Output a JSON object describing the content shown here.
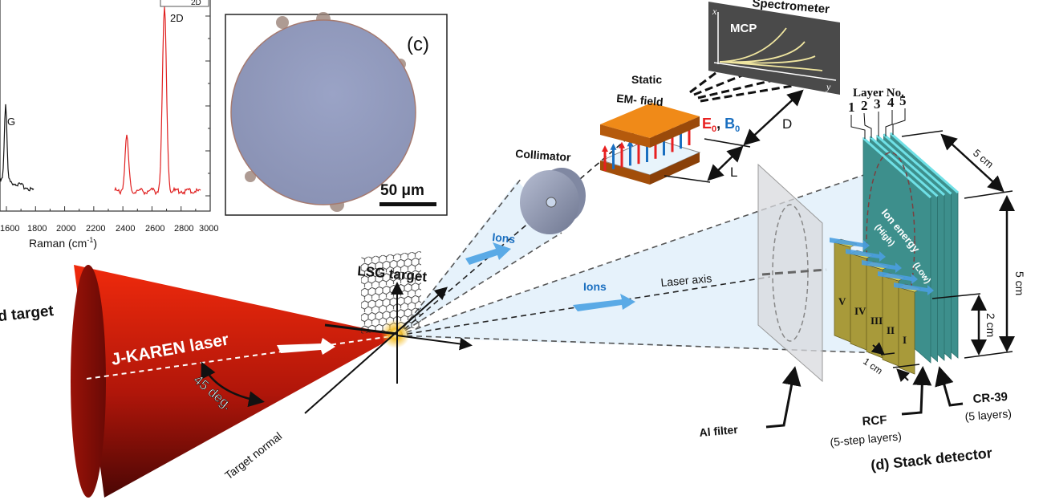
{
  "raman_panel": {
    "xlabel": "Raman (cm",
    "xlabel_sup": "-1",
    "xlabel_close": ")",
    "x_tick_labels": [
      "1600",
      "1800",
      "2000",
      "2200",
      "2400",
      "2600",
      "2800",
      "3000"
    ],
    "legend_partial": "2D",
    "peak_labels": {
      "g": "G",
      "twod": "2D"
    },
    "colors": {
      "g_band": "#111111",
      "twod_band": "#e02020"
    }
  },
  "micrograph_panel": {
    "label": "(c)",
    "scale_bar": "50 μm",
    "colors": {
      "disk": "#8f98b8"
    }
  },
  "spectrometer": {
    "title": "Spectrometer",
    "detector": "MCP",
    "axis_x": "x",
    "axis_y": "y",
    "field_label_line1": "Static",
    "field_label_line2": "EM- field",
    "e_label": "E",
    "e_sub": "0",
    "b_label": "B",
    "b_sub": "0",
    "dim_d": "D",
    "dim_l": "L",
    "colors": {
      "e_field": "#e82020",
      "b_field": "#1a6fc0",
      "magnet": "#e07a12"
    }
  },
  "collimator": {
    "label": "Collimator"
  },
  "beam": {
    "ions_upper": "Ions",
    "ions_lower": "Ions",
    "laser_axis": "Laser axis",
    "colors": {
      "ions_arrow": "#4a9ee0",
      "beam_fill": "#e6f2fb"
    }
  },
  "target": {
    "lsg_label": "LSG target",
    "left_cut_label": "d target",
    "laser_label": "J-KAREN laser",
    "angle_label": "45 deg.",
    "normal_label": "Target normal",
    "colors": {
      "laser_cone": "#cc1a0a"
    }
  },
  "filter": {
    "label": "Al filter"
  },
  "stack_detector": {
    "layer_header": "Layer No.",
    "layer_numbers": [
      "1",
      "2",
      "3",
      "4",
      "5"
    ],
    "dim_depth": "5 cm",
    "dim_height": "5 cm",
    "dim_rcf": "2 cm",
    "dim_step": "1 cm",
    "ion_energy": "Ion energy",
    "high": "(High)",
    "low": "(Low)",
    "rcf_steps": [
      "V",
      "IV",
      "III",
      "II",
      "I"
    ],
    "rcf_label": "RCF",
    "rcf_sub": "(5-step layers)",
    "cr39_label": "CR-39",
    "cr39_sub": "(5 layers)",
    "panel_title": "(d) Stack detector",
    "colors": {
      "cr39": "#3d8f8c",
      "cr39_edge": "#6fe0e6",
      "rcf": "#a89a3a"
    }
  }
}
